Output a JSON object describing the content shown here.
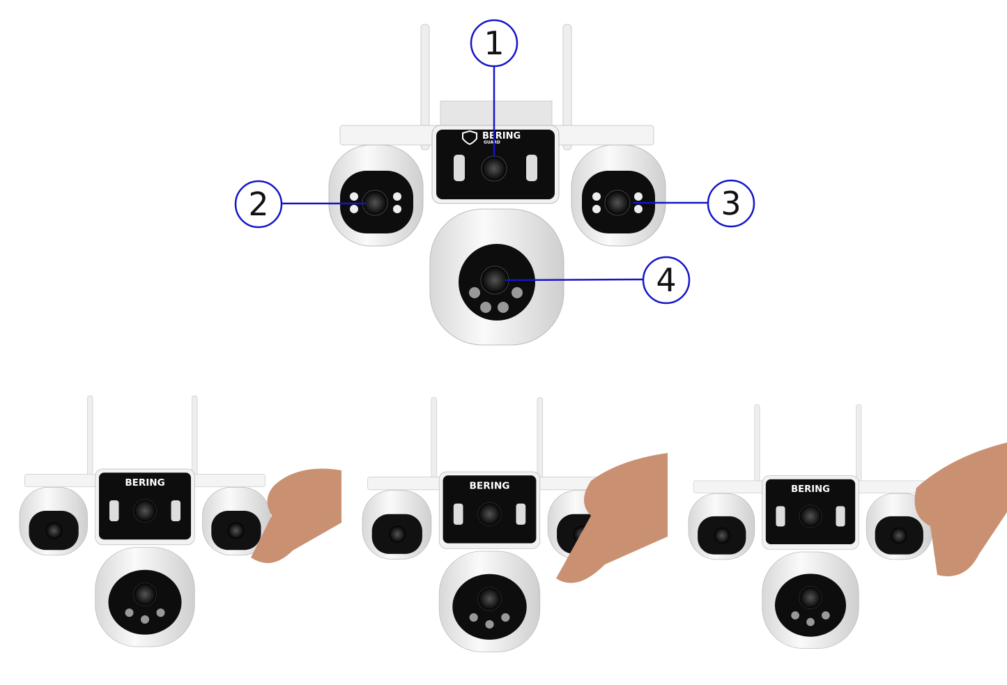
{
  "brand": {
    "logo_line1": "BERING",
    "logo_line2": "GUARD"
  },
  "callouts": [
    {
      "label": "1"
    },
    {
      "label": "2"
    },
    {
      "label": "3"
    },
    {
      "label": "4"
    }
  ],
  "colors": {
    "callout": "#1414c8",
    "camera_body": "#f2f2f2",
    "lens_panel": "#0d0d0d",
    "skin": "#c99072"
  }
}
